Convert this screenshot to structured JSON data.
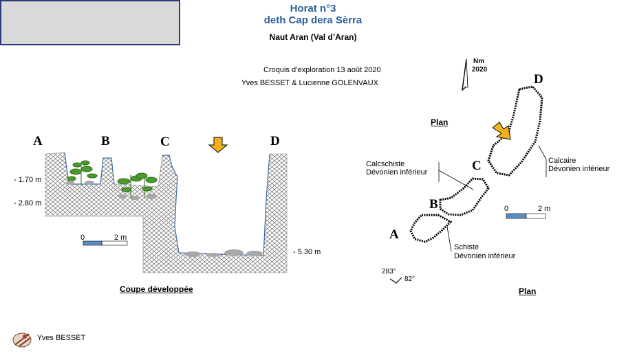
{
  "header": {
    "title_line1": "Horat n°3",
    "title_line2": "deth Cap dera Sèrra",
    "subtitle": "Naut Aran (Val d’Aran)"
  },
  "credits": {
    "line1": "Croquis d’exploration 13 août 2020",
    "line2": "Yves BESSET & Lucienne GOLENVAUX"
  },
  "section": {
    "title": "Coupe développée",
    "points": [
      "A",
      "B",
      "C",
      "D"
    ],
    "depths": [
      "- 1.70 m",
      "- 2.80 m",
      "- 5.30 m"
    ],
    "scale": {
      "start": "0",
      "end": "2 m"
    }
  },
  "plan": {
    "title_top": "Plan",
    "title_bottom": "Plan",
    "north_label": "Nm",
    "north_year": "2020",
    "points": [
      "A",
      "B",
      "C",
      "D"
    ],
    "geology": [
      {
        "line1": "Calcschiste",
        "line2": "Dévonien inférieur"
      },
      {
        "line1": "Calcaire",
        "line2": "Dévonien inférieur"
      },
      {
        "line1": "Schiste",
        "line2": "Dévonien inférieur"
      }
    ],
    "bearings": [
      "283°",
      "82°"
    ],
    "scale": {
      "start": "0",
      "end": "2 m"
    }
  },
  "author": {
    "name": "Yves BESSET"
  },
  "colors": {
    "title_text": "#2a5f9e",
    "title_border": "#2e3a73",
    "entrance_arrow": "#f2b21c",
    "scale_fill": "#5b8fc4"
  }
}
